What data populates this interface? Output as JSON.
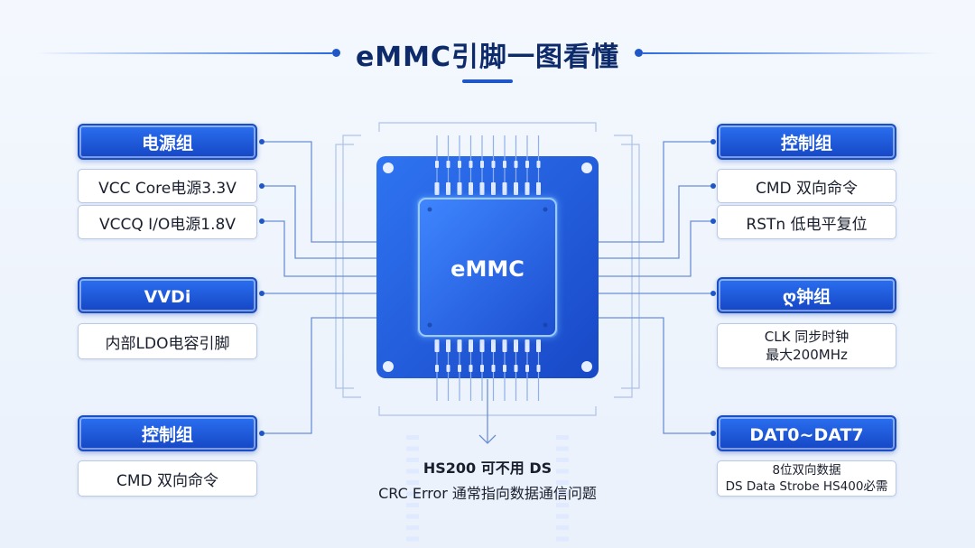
{
  "title": "eMMC引脚一图看懂",
  "chip_label": "eMMC",
  "left_groups": [
    {
      "label": "电源组",
      "items": [
        "VCC Core电源3.3V",
        "VCCQ I/O电源1.8V"
      ]
    },
    {
      "label": "VVDi",
      "items": [
        "内部LDO电容引脚"
      ]
    },
    {
      "label": "控制组",
      "items": [
        "CMD 双向命令"
      ]
    }
  ],
  "right_groups": [
    {
      "label": "控制组",
      "items": [
        "CMD 双向命令",
        "RSTn 低电平复位"
      ]
    },
    {
      "label": "ღ钟组",
      "items": [
        "CLK 同步时钟",
        "最大200MHz"
      ]
    },
    {
      "label": "DAT0~DAT7",
      "items": [
        "8位双向数据",
        "DS Data Strobe HS400必需"
      ]
    }
  ],
  "bottom_note": {
    "line1": "HS200 可不用 DS",
    "line2": "CRC Error 通常指向数据通信问题"
  },
  "colors": {
    "accent": "#1f56c8",
    "chip_body": "#2a66e8",
    "chip_board": "#1f5fe0",
    "line": "#6a8fd6"
  }
}
